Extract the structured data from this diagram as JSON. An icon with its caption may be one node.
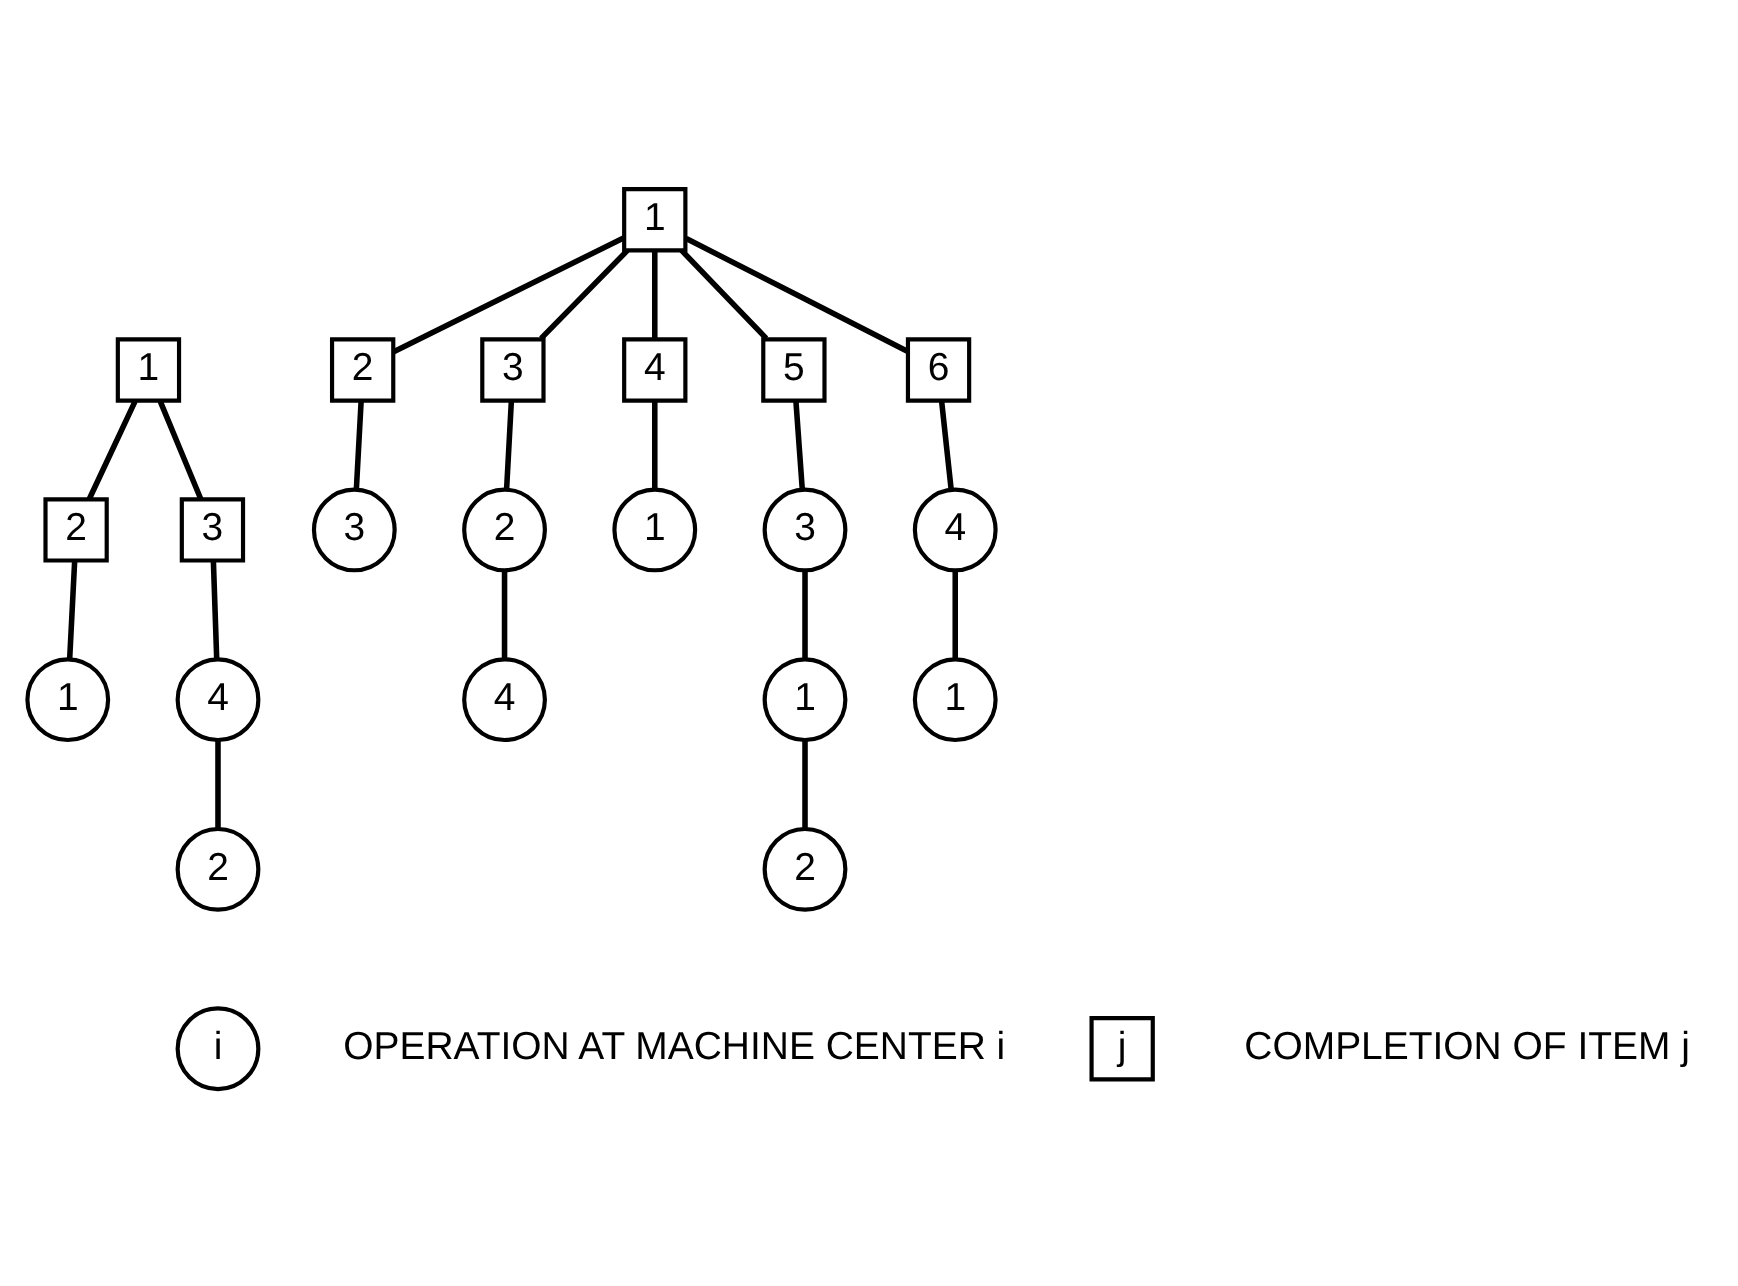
{
  "diagram": {
    "nodes": [
      {
        "text": [
          "1"
        ]
      },
      {
        "text": [
          "2"
        ]
      },
      {
        "text": [
          "3"
        ]
      },
      {
        "text": [
          "1"
        ]
      },
      {
        "text": [
          "4"
        ]
      },
      {
        "text": [
          "2"
        ]
      },
      {
        "text": [
          "1"
        ]
      },
      {
        "text": [
          "2"
        ]
      },
      {
        "text": [
          "3"
        ]
      },
      {
        "text": [
          "4"
        ]
      },
      {
        "text": [
          "5"
        ]
      },
      {
        "text": [
          "6"
        ]
      },
      {
        "text": [
          "3"
        ]
      },
      {
        "text": [
          "2"
        ]
      },
      {
        "text": [
          "4"
        ]
      },
      {
        "text": [
          "1"
        ]
      },
      {
        "text": [
          "3"
        ]
      },
      {
        "text": [
          "1"
        ]
      },
      {
        "text": [
          "2"
        ]
      },
      {
        "text": [
          "4"
        ]
      },
      {
        "text": [
          "1"
        ]
      },
      {
        "text": [
          "i"
        ],
        "beside": [
          "OPERATION AT MACHINE CENTER i"
        ]
      },
      {
        "text": [
          "j"
        ],
        "beside": [
          "COMPLETION OF ITEM j"
        ]
      }
    ],
    "edges": [
      {
        "from": 0,
        "to": 1,
        "arrow": "none"
      },
      {
        "from": 0,
        "to": 2,
        "arrow": "none"
      },
      {
        "from": 1,
        "to": 3,
        "arrow": "none"
      },
      {
        "from": 2,
        "to": 4,
        "arrow": "none"
      },
      {
        "from": 4,
        "to": 5,
        "arrow": "none"
      },
      {
        "from": 6,
        "to": 7,
        "arrow": "none"
      },
      {
        "from": 6,
        "to": 8,
        "arrow": "none"
      },
      {
        "from": 6,
        "to": 9,
        "arrow": "none"
      },
      {
        "from": 6,
        "to": 10,
        "arrow": "none"
      },
      {
        "from": 6,
        "to": 11,
        "arrow": "none"
      },
      {
        "from": 7,
        "to": 12,
        "arrow": "none"
      },
      {
        "from": 8,
        "to": 13,
        "arrow": "none"
      },
      {
        "from": 13,
        "to": 14,
        "arrow": "none"
      },
      {
        "from": 9,
        "to": 15,
        "arrow": "none"
      },
      {
        "from": 10,
        "to": 16,
        "arrow": "none"
      },
      {
        "from": 16,
        "to": 17,
        "arrow": "none"
      },
      {
        "from": 17,
        "to": 18,
        "arrow": "none"
      },
      {
        "from": 11,
        "to": 19,
        "arrow": "none"
      },
      {
        "from": 19,
        "to": 20,
        "arrow": "none"
      }
    ]
  }
}
